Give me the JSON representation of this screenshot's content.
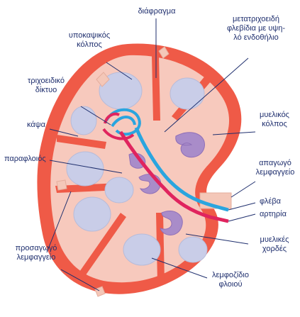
{
  "labels": {
    "diaphragm": "διάφραγμα",
    "subcapsular_sinus": [
      "υποκαψικός",
      "κόλπος"
    ],
    "postcapillary_venule": [
      "μετατριχοειδή",
      "φλεβίδια με υψη-",
      "λό ενδοθήλιο"
    ],
    "capillary_network": [
      "τριχοειδικό",
      "δίκτυο"
    ],
    "capsule": "κάψα",
    "medullary_sinus": [
      "μυελικός",
      "κόλπος"
    ],
    "paracortex": "παραφλοιός",
    "efferent_lymphatic": [
      "απαγωγό",
      "λεμφαγγείο"
    ],
    "vein": "φλέβα",
    "artery": "αρτηρία",
    "afferent_lymphatic": [
      "προσαγωγό",
      "λεμφαγγείο"
    ],
    "medullary_cords": [
      "μυελικές",
      "χορδές"
    ],
    "cortical_follicle": [
      "λεμφοζίδιο",
      "φλοιού"
    ]
  },
  "colors": {
    "capsule": "#ef5a47",
    "cortex": "#f7c9bd",
    "follicle": "#c9cde8",
    "medulla": "#a98cc9",
    "artery": "#e0245e",
    "vein": "#2aa5df",
    "lymphatic": "#f4c7b8",
    "label_text": "#1f2f6e"
  }
}
